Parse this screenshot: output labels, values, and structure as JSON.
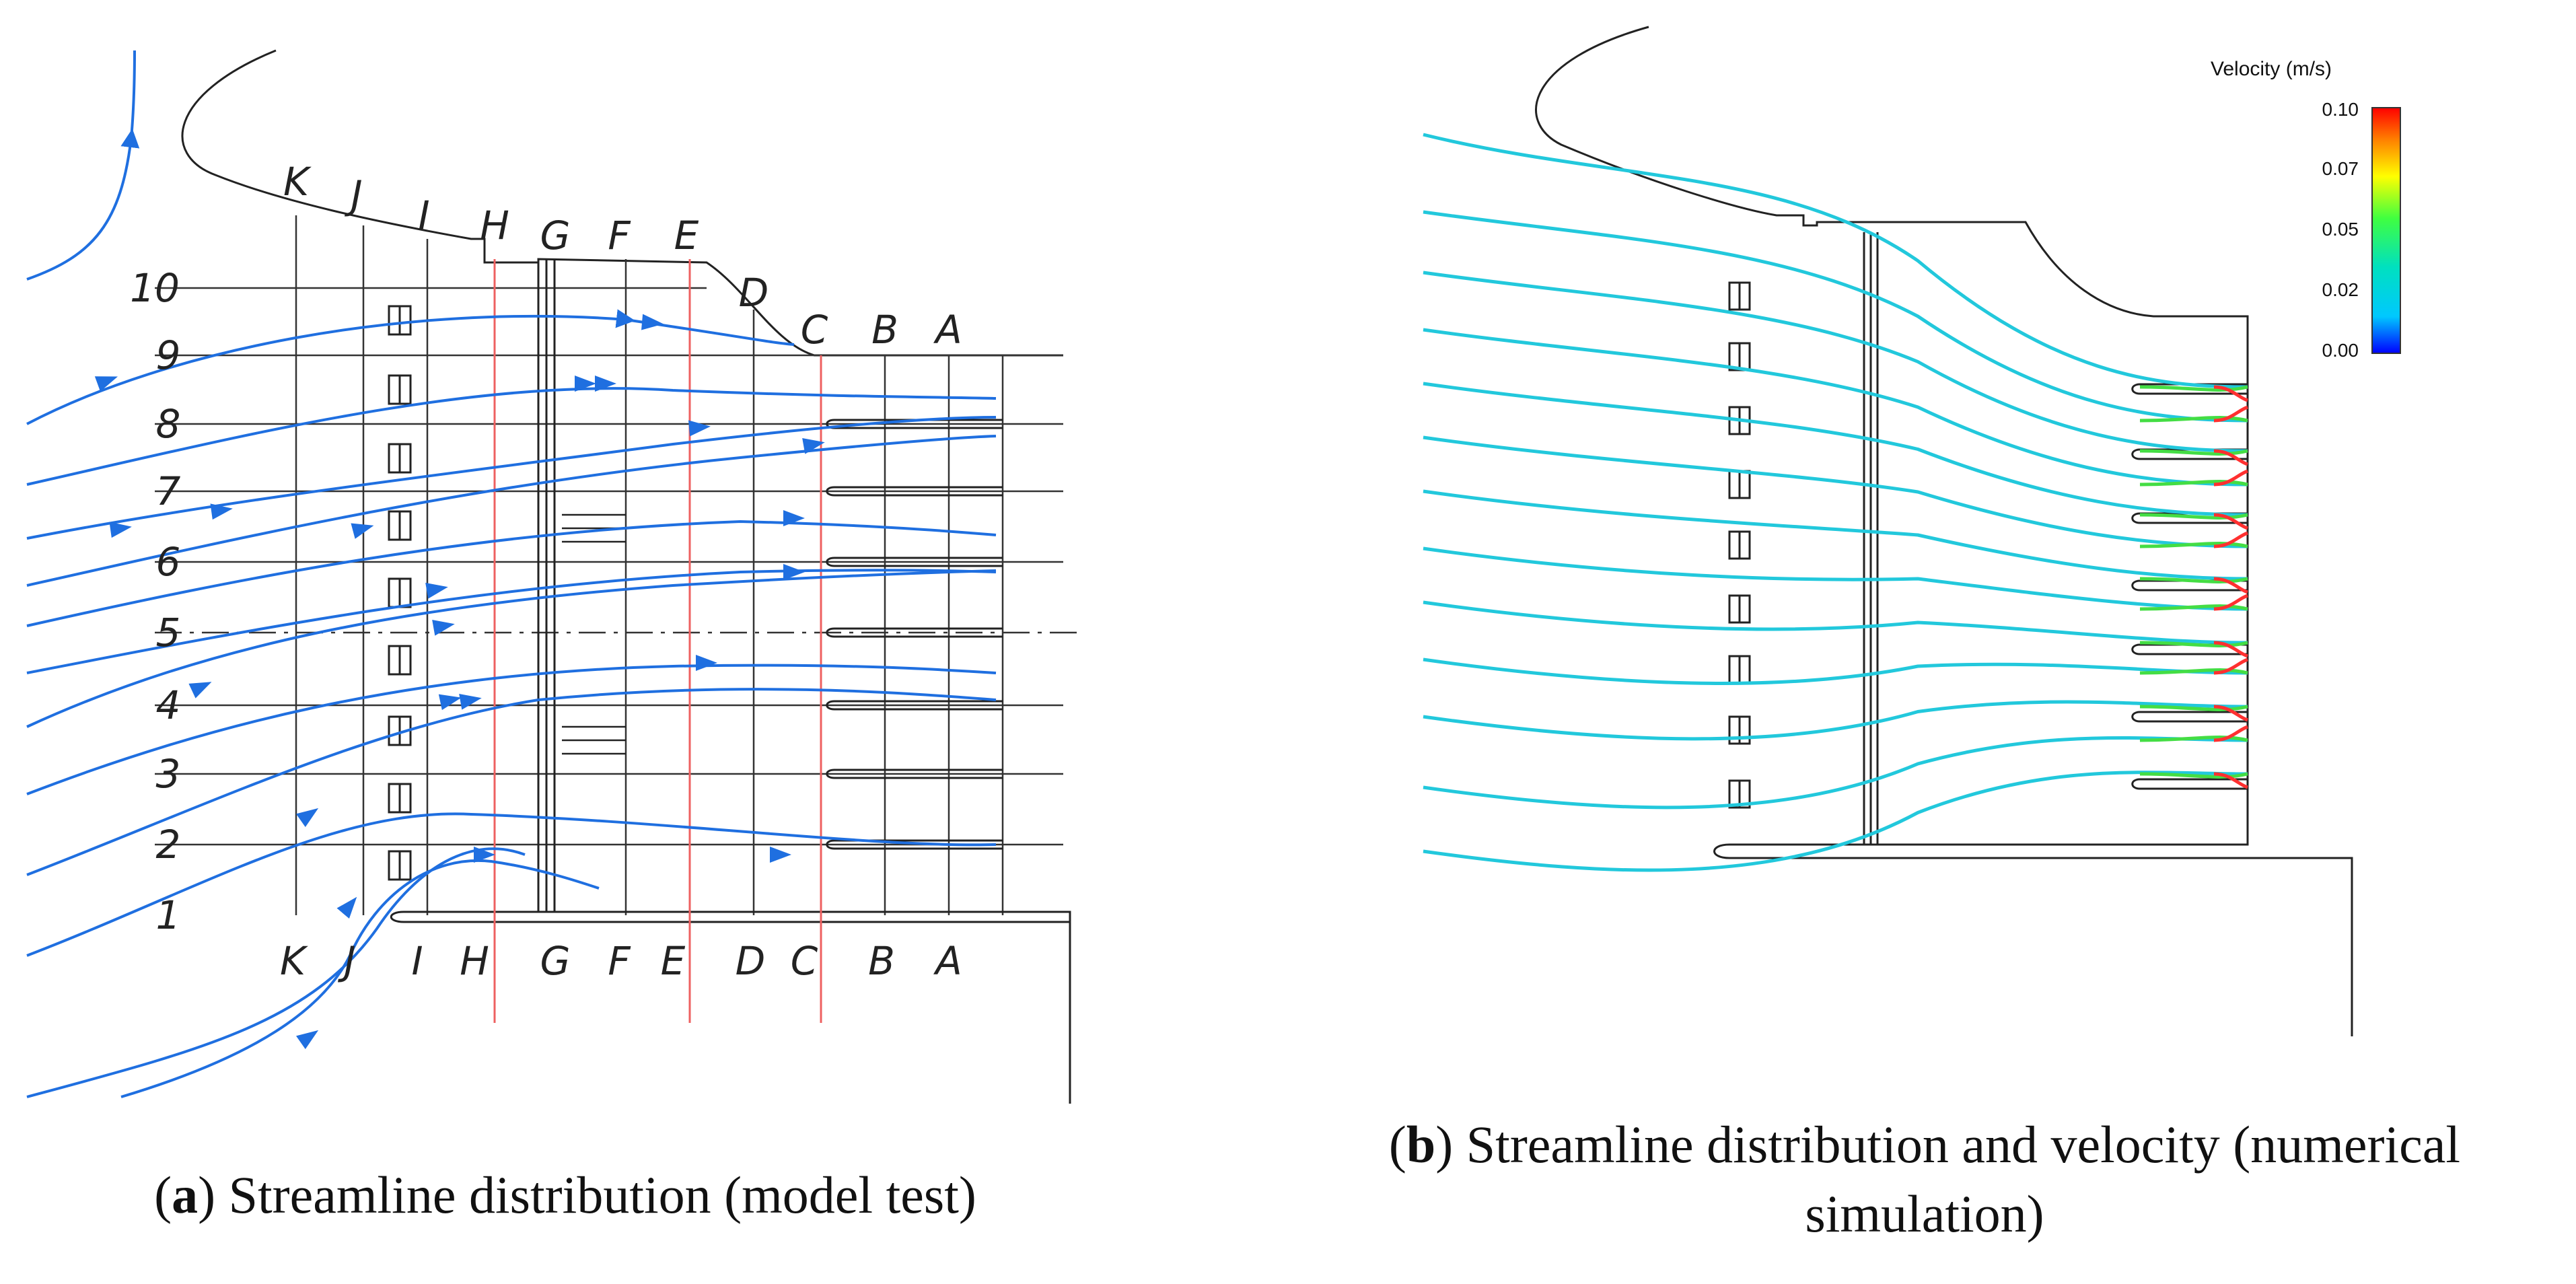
{
  "panel_a": {
    "caption_letter": "a",
    "caption_text": "Streamline distribution (model test)",
    "column_labels": [
      "K",
      "J",
      "I",
      "H",
      "G",
      "F",
      "E",
      "D",
      "C",
      "B",
      "A"
    ],
    "row_labels": [
      "1",
      "2",
      "3",
      "4",
      "5",
      "6",
      "7",
      "8",
      "9",
      "10"
    ]
  },
  "panel_b": {
    "caption_letter": "b",
    "caption_text": "Streamline distribution and velocity (numerical simulation)",
    "legend": {
      "title": "Velocity (m/s)",
      "ticks": [
        "0.10",
        "0.07",
        "0.05",
        "0.02",
        "0.00"
      ],
      "colors": [
        "#0000ff",
        "#00c8ff",
        "#00e0c0",
        "#40ff40",
        "#ffff00",
        "#ff8000",
        "#ff0000"
      ]
    }
  },
  "colors": {
    "streamline_test": "#1f6fe0",
    "section_line": "#ee6060",
    "streamline_sim": "#22c8dc",
    "structure": "#222222"
  }
}
